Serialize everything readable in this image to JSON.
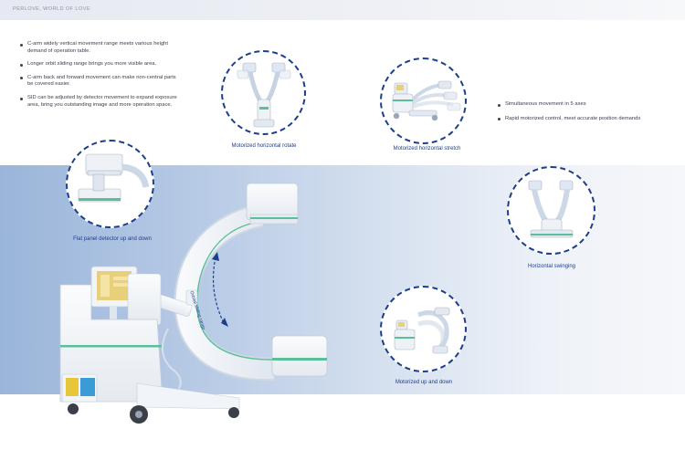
{
  "header": {
    "brand": "PERLOVE, WORLD OF LOVE"
  },
  "features_left": [
    "C-arm widely vertical movement range meets various height demand of operation table.",
    "Longer orbit sliding range brings you more visible area.",
    "C-arm back and forward movement can make non-central parts be covered easier.",
    "SID can be adjusted by detector movement to expand exposure area, bring you outstanding image and more operation space."
  ],
  "features_right": [
    "Simultaneous movement in 5 axes",
    "Rapid motorized control, meet accurate position demands"
  ],
  "captions": {
    "rotate": "Motorized horizontal rotate",
    "stretch": "Motorized horizontal stretch",
    "flat_panel": "Flat panel detector up and down",
    "swinging": "Horizontal swinging",
    "updown": "Motorized up and down"
  },
  "arc_label": "Orbital sliding range",
  "colors": {
    "accent": "#1d3f8a",
    "band": "#b8cbe6",
    "machine": "#f4f6f8",
    "trim": "#5bbf9a",
    "detector_screen": "#e8d07a"
  }
}
